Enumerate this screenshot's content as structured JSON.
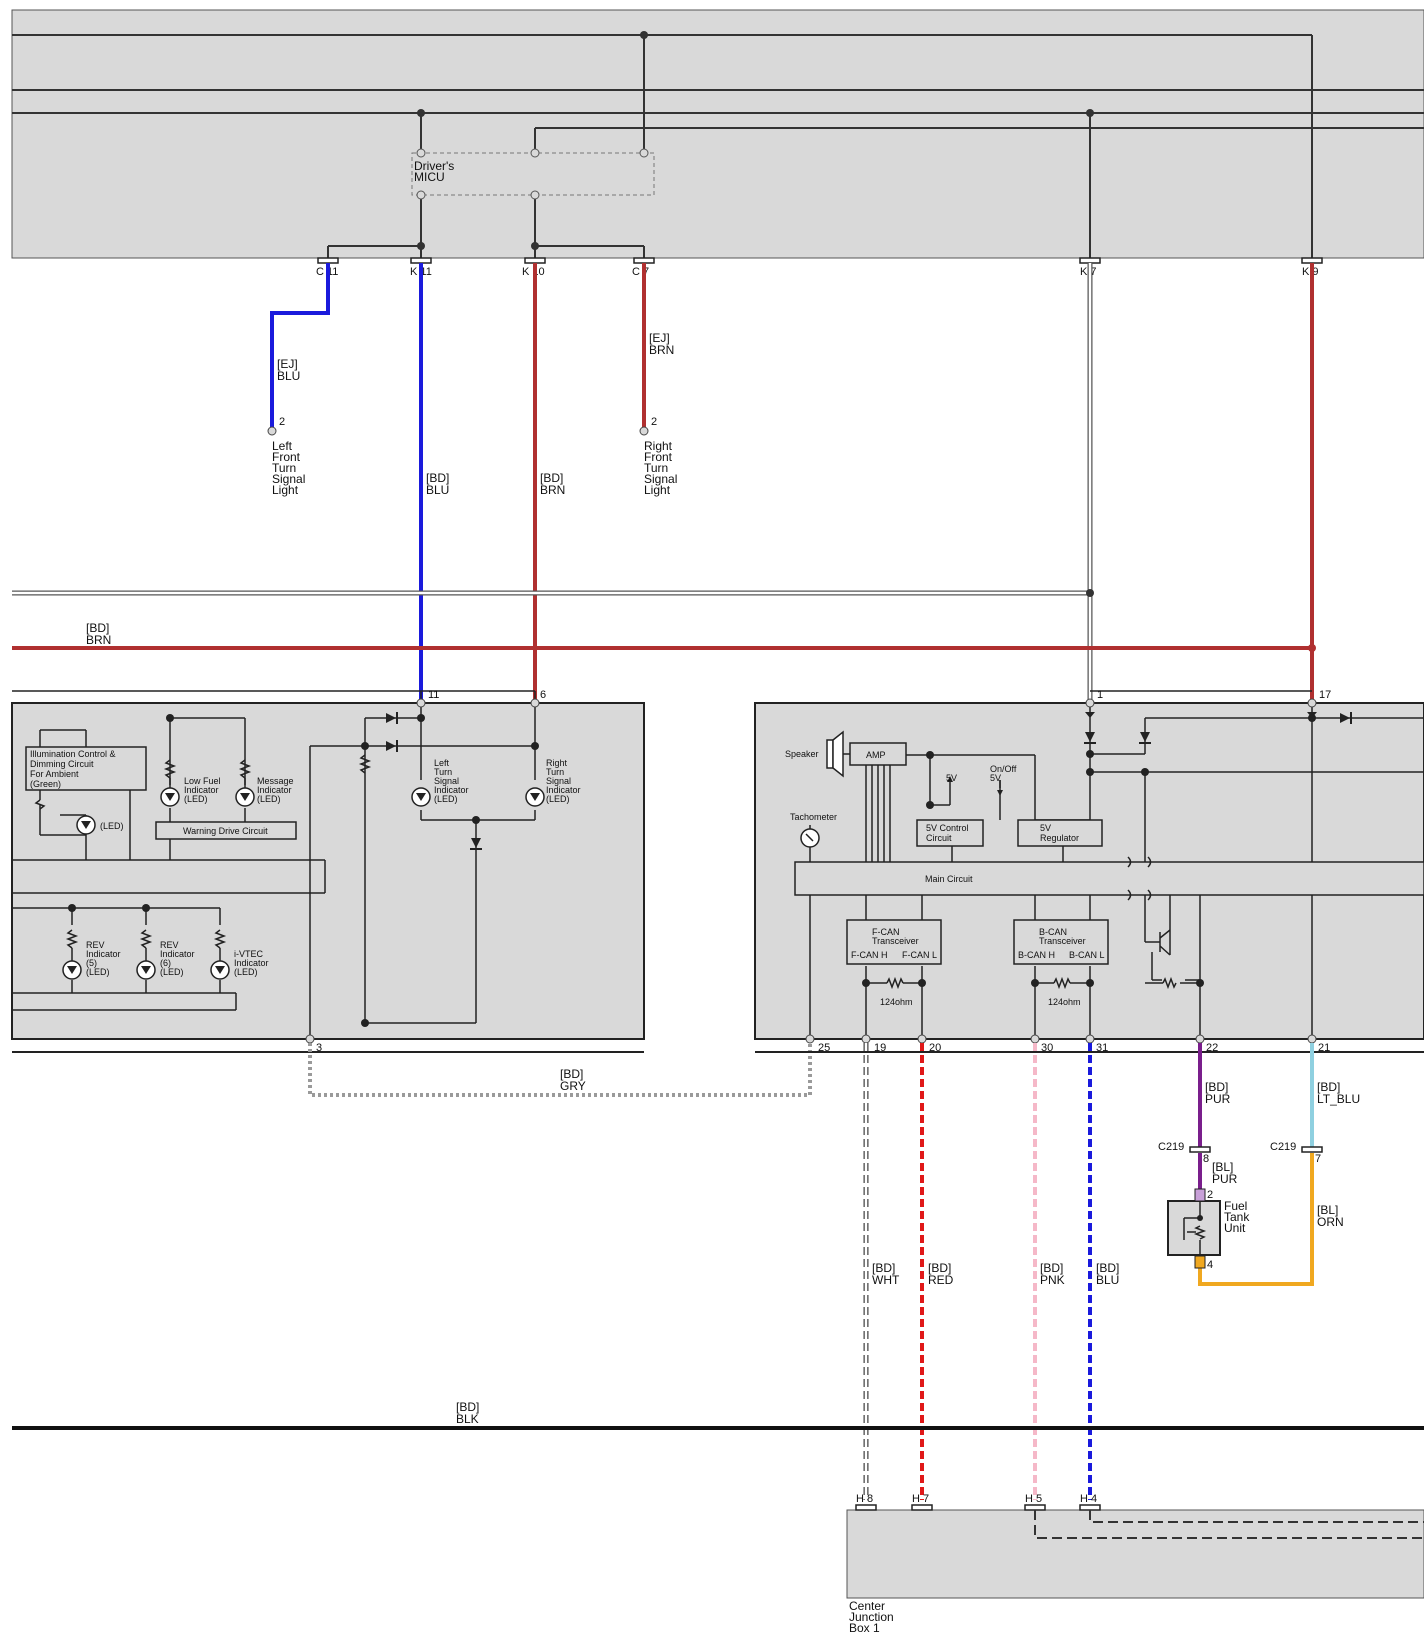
{
  "colors": {
    "panel": "#d9d9d9",
    "black": "#111111",
    "brown": "#b03030",
    "blue": "#1a1adc",
    "purple": "#7a1e8c",
    "light_blue": "#8fd0e0",
    "orange": "#f0a820",
    "gray": "#9a9a9a",
    "pink": "#f5b8c8",
    "red": "#e01818",
    "white": "#ffffff",
    "dashed_blue": "#1a1adc"
  },
  "micu": {
    "label_line1": "Driver's",
    "label_line2": "MICU"
  },
  "connectors": {
    "c11": "C 11",
    "k11": "K 11",
    "k10": "K 10",
    "c7": "C 7",
    "k7": "K 7",
    "k9": "K 9"
  },
  "wires": {
    "left_front_code": "[EJ]",
    "left_front_color": "BLU",
    "right_front_code": "[EJ]",
    "right_front_color": "BRN",
    "k11_code": "[BD]",
    "k11_color": "BLU",
    "k10_code": "[BD]",
    "k10_color": "BRN",
    "bus_brn_code": "[BD]",
    "bus_brn_color": "BRN",
    "gry_code": "[BD]",
    "gry_color": "GRY",
    "pur_code": "[BD]",
    "pur_color": "PUR",
    "ltblu_code": "[BD]",
    "ltblu_color": "LT_BLU",
    "bl_pur_code": "[BL]",
    "bl_pur_color": "PUR",
    "bl_orn_code": "[BL]",
    "bl_orn_color": "ORN",
    "wht_code": "[BD]",
    "wht_color": "WHT",
    "red_code": "[BD]",
    "red_color": "RED",
    "pnk_code": "[BD]",
    "pnk_color": "PNK",
    "blu_code": "[BD]",
    "blu_color": "BLU",
    "blk_code": "[BD]",
    "blk_color": "BLK"
  },
  "lights": {
    "left_front": [
      "Left",
      "Front",
      "Turn",
      "Signal",
      "Light"
    ],
    "right_front": [
      "Right",
      "Front",
      "Turn",
      "Signal",
      "Light"
    ],
    "pin2_left": "2",
    "pin2_right": "2"
  },
  "pins": {
    "p11": "11",
    "p6": "6",
    "p1": "1",
    "p17": "17",
    "p3": "3",
    "p25": "25",
    "p19": "19",
    "p20": "20",
    "p30": "30",
    "p31": "31",
    "p22": "22",
    "p21": "21",
    "c219a": "C219",
    "c219a_pin": "8",
    "c219b": "C219",
    "c219b_pin": "7",
    "fuel_pin2": "2",
    "fuel_pin4": "4",
    "h8": "H 8",
    "h7": "H 7",
    "h5": "H 5",
    "h4": "H 4"
  },
  "left_cluster": {
    "illum": [
      "Illumination Control &",
      "Dimming Circuit",
      "For Ambient",
      "(Green)"
    ],
    "led": "(LED)",
    "low_fuel": [
      "Low Fuel",
      "Indicator",
      "(LED)"
    ],
    "message": [
      "Message",
      "Indicator",
      "(LED)"
    ],
    "warning_drive": "Warning Drive Circuit",
    "left_turn": [
      "Left",
      "Turn",
      "Signal",
      "Indicator",
      "(LED)"
    ],
    "right_turn": [
      "Right",
      "Turn",
      "Signal",
      "Indicator",
      "(LED)"
    ],
    "rev5": [
      "REV",
      "Indicator",
      "(5)",
      "(LED)"
    ],
    "rev6": [
      "REV",
      "Indicator",
      "(6)",
      "(LED)"
    ],
    "ivtec": [
      "i-VTEC",
      "Indicator",
      "(LED)"
    ]
  },
  "right_cluster": {
    "speaker": "Speaker",
    "amp": "AMP",
    "v5": "5V",
    "onoff": [
      "On/Off",
      "5V"
    ],
    "tachometer": "Tachometer",
    "ctrl5v": [
      "5V Control",
      "Circuit"
    ],
    "reg5v": [
      "5V",
      "Regulator"
    ],
    "main_circuit": "Main Circuit",
    "fcan": [
      "F-CAN",
      "Transceiver"
    ],
    "fcan_h": "F-CAN H",
    "fcan_l": "F-CAN L",
    "bcan": [
      "B-CAN",
      "Transceiver"
    ],
    "bcan_h": "B-CAN H",
    "bcan_l": "B-CAN L",
    "ohm1": "124ohm",
    "ohm2": "124ohm"
  },
  "fuel_tank": [
    "Fuel",
    "Tank",
    "Unit"
  ],
  "center_box": [
    "Center",
    "Junction",
    "Box 1"
  ]
}
